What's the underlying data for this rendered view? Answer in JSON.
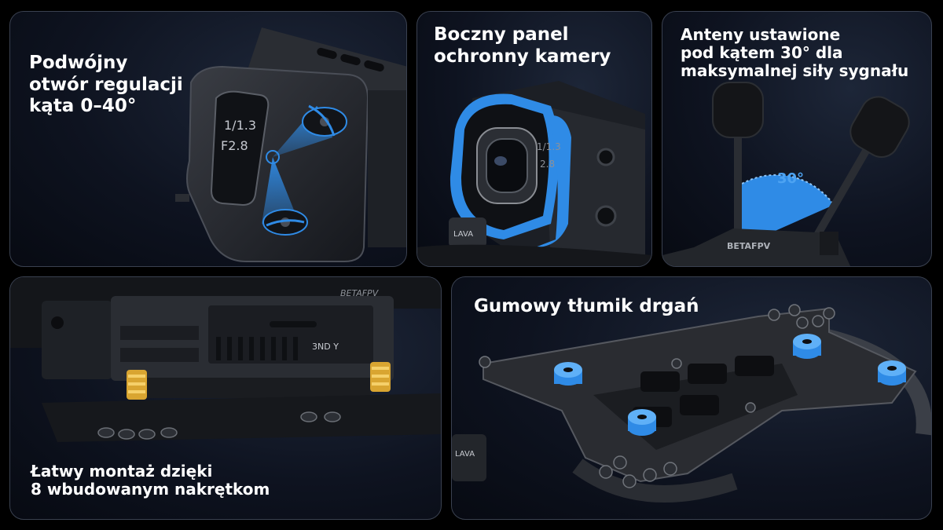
{
  "panels": {
    "angle": {
      "caption": [
        "Podwójny",
        "otwór regulacji",
        "kąta 0–40°"
      ],
      "cam_text": [
        "1/1.3",
        "F2.8"
      ]
    },
    "side": {
      "caption": [
        "Boczny panel",
        "ochronny kamery"
      ],
      "cam_text": [
        "1/1.3",
        "2.8"
      ],
      "motor_label": "LAVA"
    },
    "antenna": {
      "caption": [
        "Anteny ustawione",
        "pod kątem 30° dla",
        "maksymalnej siły sygnału"
      ],
      "angle_label": "30°",
      "brand": "BETAFPV"
    },
    "nuts": {
      "caption": [
        "Łatwy montaż dzięki",
        "8 wbudowanym nakrętkom"
      ],
      "brand": "BETAFPV",
      "vtx_label": "3ND Y"
    },
    "damper": {
      "caption": [
        "Gumowy tłumik drgań"
      ],
      "motor_label": "LAVA"
    }
  },
  "colors": {
    "accent_blue": "#2f8be6",
    "caption_text": "#ffffff",
    "card_border": "#3a4150",
    "gold_nut": "#d9a531"
  }
}
